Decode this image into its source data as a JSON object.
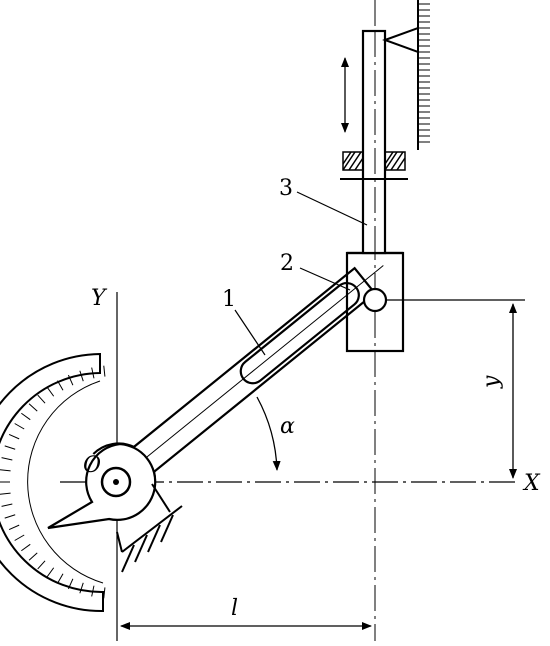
{
  "diagram": {
    "labels": {
      "part1": "1",
      "part2": "2",
      "part3": "3",
      "origin": "O",
      "axis_x": "X",
      "axis_y": "Y",
      "angle": "α",
      "height": "y",
      "length": "l"
    }
  }
}
